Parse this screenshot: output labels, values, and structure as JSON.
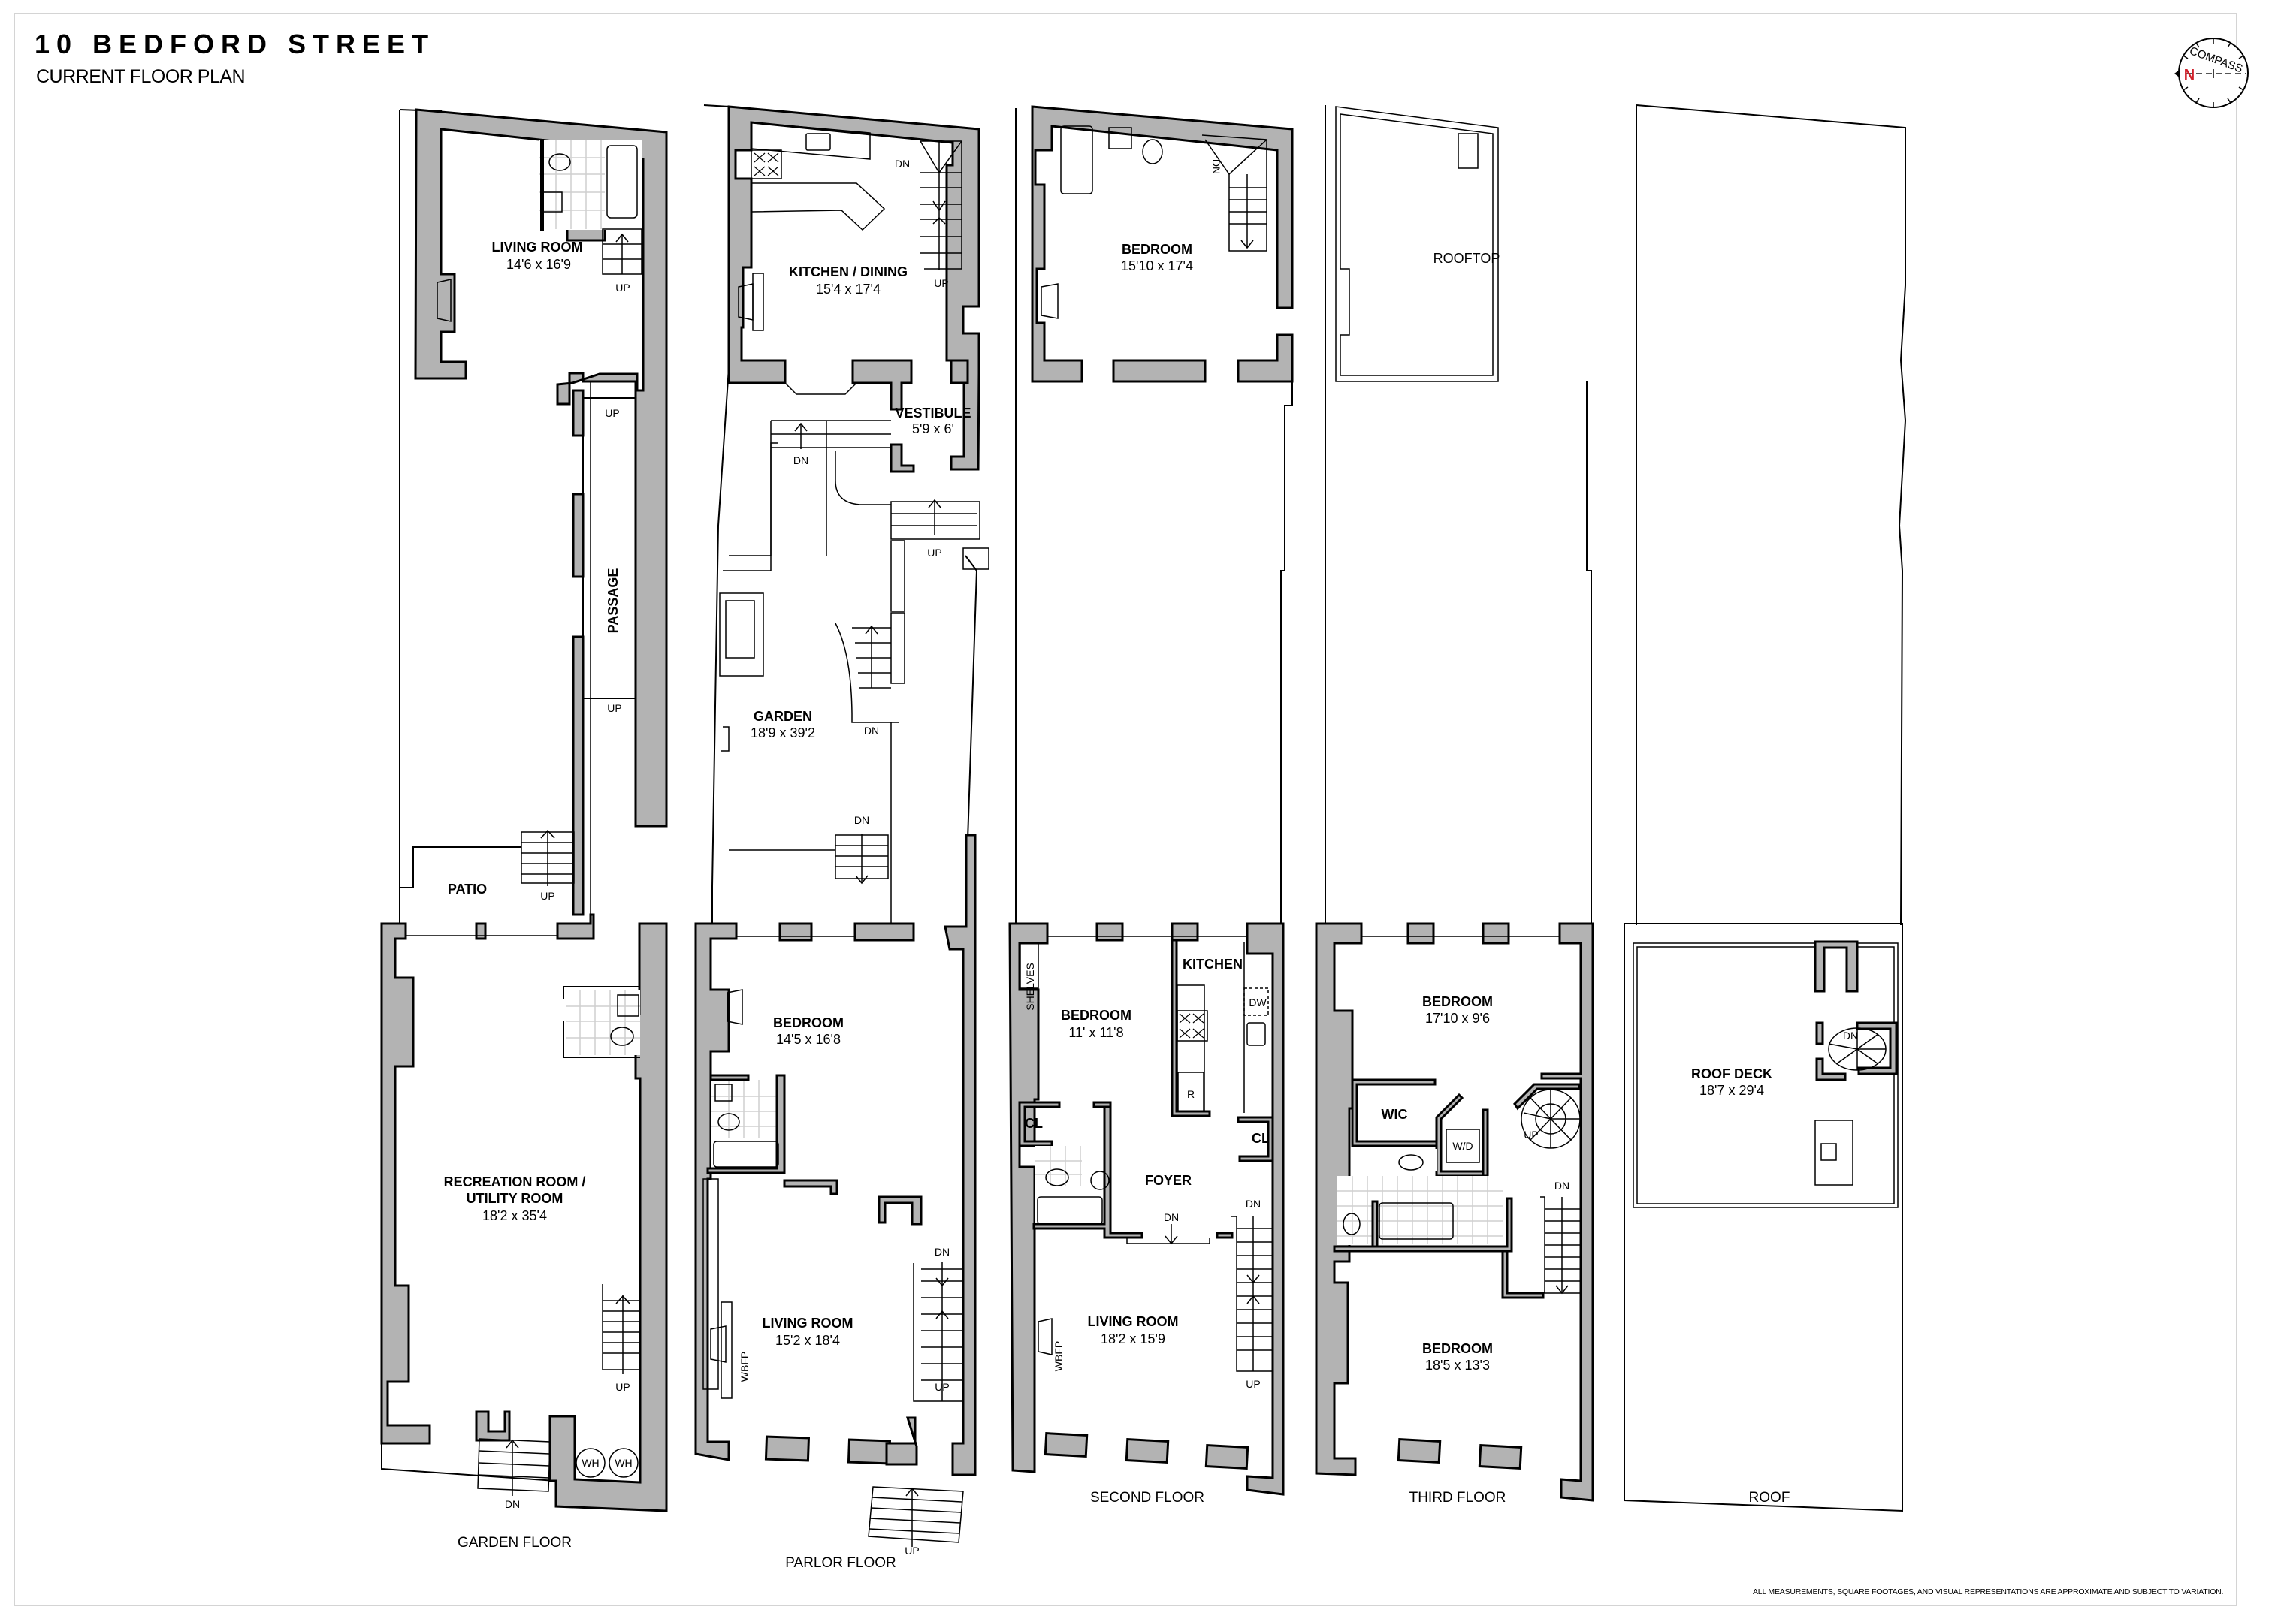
{
  "header": {
    "title": "10 BEDFORD STREET",
    "subtitle": "CURRENT FLOOR PLAN"
  },
  "compass": {
    "label": "COMPASS",
    "north": "N",
    "north_color": "#d0202a"
  },
  "colors": {
    "wall_fill": "#b3b3b3",
    "line": "#000000",
    "frame_border": "#d4d4d4",
    "tile_grid": "#cfcfcf"
  },
  "floors": {
    "garden": {
      "label": "GARDEN FLOOR",
      "rooms": {
        "living": {
          "name": "LIVING ROOM",
          "dim": "14'6 x 16'9"
        },
        "passage": {
          "name": "PASSAGE"
        },
        "patio": {
          "name": "PATIO"
        },
        "recreation": {
          "name1": "RECREATION ROOM /",
          "name2": "UTILITY ROOM",
          "dim": "18'2 x 35'4"
        }
      },
      "markers": {
        "up1": "UP",
        "up2": "UP",
        "up3": "UP",
        "up4": "UP",
        "up5": "UP",
        "dn1": "DN",
        "wh1": "WH",
        "wh2": "WH"
      }
    },
    "parlor": {
      "label": "PARLOR FLOOR",
      "rooms": {
        "kitchen": {
          "name": "KITCHEN / DINING",
          "dim": "15'4 x 17'4"
        },
        "vestibule": {
          "name": "VESTIBULE",
          "dim": "5'9 x 6'"
        },
        "garden": {
          "name": "GARDEN",
          "dim": "18'9 x 39'2"
        },
        "bedroom": {
          "name": "BEDROOM",
          "dim": "14'5 x 16'8"
        },
        "living": {
          "name": "LIVING ROOM",
          "dim": "15'2 x 18'4",
          "fireplace": "WBFP"
        }
      },
      "markers": {
        "dn1": "DN",
        "up1": "UP",
        "dn2": "DN",
        "up2": "UP",
        "dn3": "DN",
        "dn4": "DN",
        "dn5": "DN",
        "up3": "UP",
        "up4": "UP"
      }
    },
    "second": {
      "label": "SECOND FLOOR",
      "rooms": {
        "bedroom_rear": {
          "name": "BEDROOM",
          "dim": "15'10 x 17'4"
        },
        "bedroom": {
          "name": "BEDROOM",
          "dim": "11' x 11'8",
          "shelves": "SHELVES"
        },
        "kitchen": {
          "name": "KITCHEN",
          "dw": "DW",
          "fridge": "R"
        },
        "closet1": {
          "name": "CL"
        },
        "closet2": {
          "name": "CL"
        },
        "foyer": {
          "name": "FOYER"
        },
        "living": {
          "name": "LIVING ROOM",
          "dim": "18'2 x 15'9",
          "fireplace": "WBFP"
        }
      },
      "markers": {
        "dn1": "DN",
        "dn2": "DN",
        "dn3": "DN",
        "up1": "UP"
      }
    },
    "third": {
      "label": "THIRD FLOOR",
      "rooms": {
        "rooftop": {
          "name": "ROOFTOP"
        },
        "bedroom1": {
          "name": "BEDROOM",
          "dim": "17'10 x 9'6"
        },
        "wic": {
          "name": "WIC"
        },
        "wd": {
          "name": "W/D"
        },
        "bedroom2": {
          "name": "BEDROOM",
          "dim": "18'5 x 13'3"
        }
      },
      "markers": {
        "up1": "UP",
        "dn1": "DN"
      }
    },
    "roof": {
      "label": "ROOF",
      "rooms": {
        "deck": {
          "name": "ROOF DECK",
          "dim": "18'7 x 29'4"
        }
      },
      "markers": {
        "dn1": "DN"
      }
    }
  },
  "footer": {
    "disclaimer": "ALL MEASUREMENTS, SQUARE FOOTAGES, AND VISUAL REPRESENTATIONS ARE APPROXIMATE AND SUBJECT TO VARIATION."
  }
}
